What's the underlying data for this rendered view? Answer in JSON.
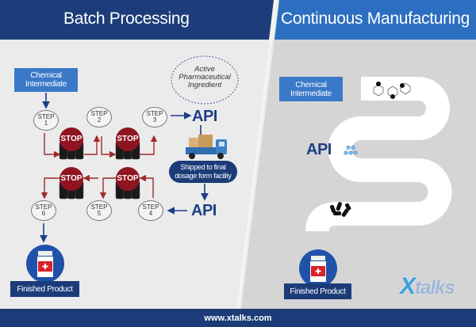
{
  "batch": {
    "title": "Batch Processing",
    "input_label": "Chemical Intermediate",
    "api_note": "Active Pharmaceutical Ingredient",
    "steps": [
      {
        "word": "STEP",
        "num": "1"
      },
      {
        "word": "STEP",
        "num": "2"
      },
      {
        "word": "STEP",
        "num": "3"
      },
      {
        "word": "STEP",
        "num": "4"
      },
      {
        "word": "STEP",
        "num": "5"
      },
      {
        "word": "STEP",
        "num": "6"
      }
    ],
    "stop_label": "STOP",
    "api_label": "API",
    "shipping_label": "Shipped to final dosage form facility",
    "output_label": "Finished Product"
  },
  "continuous": {
    "title": "Continuous Manufacturing",
    "input_label": "Chemical Intermediate",
    "api_label": "API",
    "output_label": "Finished Product"
  },
  "logo": {
    "text": "Xtalks"
  },
  "footer": {
    "url": "www.xtalks.com"
  },
  "colors": {
    "navy": "#1b3c78",
    "blue": "#3a78c8",
    "stop_red": "#8e1420",
    "flow_red": "#a02a2a"
  }
}
